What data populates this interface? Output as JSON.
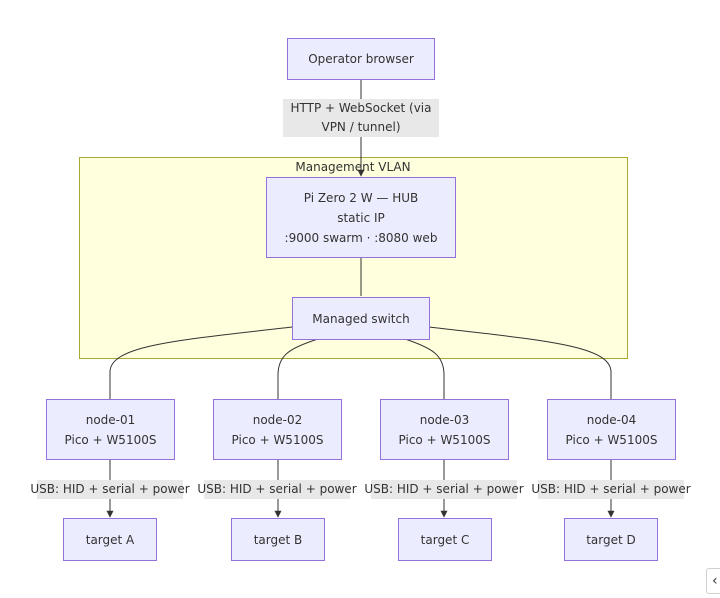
{
  "diagram": {
    "cluster": {
      "title": "Management VLAN"
    },
    "operator": {
      "label": "Operator browser"
    },
    "operator_edge": {
      "line1": "HTTP + WebSocket (via",
      "line2": "VPN / tunnel)"
    },
    "hub": {
      "line1": "Pi Zero 2 W — HUB",
      "line2": "static IP",
      "line3": ":9000 swarm · :8080 web"
    },
    "switch": {
      "label": "Managed switch"
    },
    "nodes": [
      {
        "name": "node-01",
        "board": "Pico + W5100S",
        "usb": "USB: HID + serial + power",
        "target": "target A"
      },
      {
        "name": "node-02",
        "board": "Pico + W5100S",
        "usb": "USB: HID + serial + power",
        "target": "target B"
      },
      {
        "name": "node-03",
        "board": "Pico + W5100S",
        "usb": "USB: HID + serial + power",
        "target": "target C"
      },
      {
        "name": "node-04",
        "board": "Pico + W5100S",
        "usb": "USB: HID + serial + power",
        "target": "target D"
      }
    ]
  },
  "ui": {
    "collapse_glyph": "‹"
  },
  "colors": {
    "node_fill": "#ececff",
    "node_border": "#9370db",
    "cluster_fill": "#ffffde",
    "cluster_border": "#aaaa33",
    "edge": "#333333",
    "edge_label_bg": "#e8e8e8"
  }
}
